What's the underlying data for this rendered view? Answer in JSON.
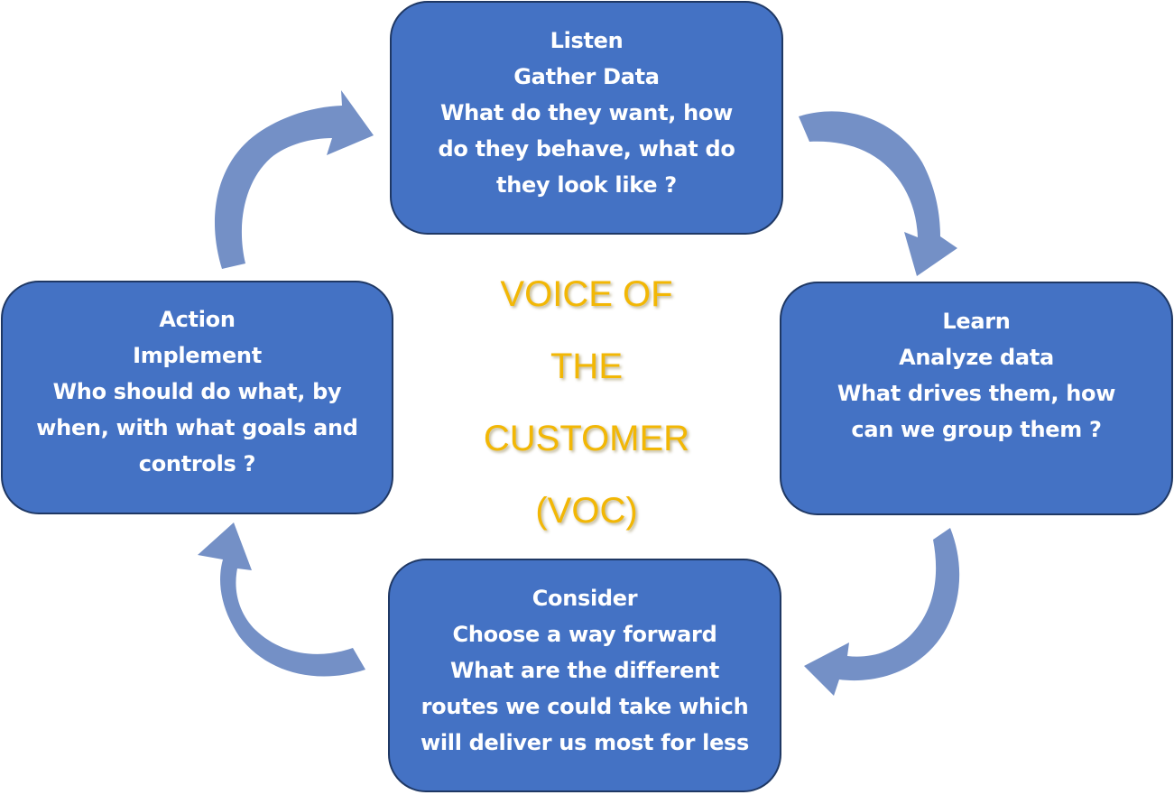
{
  "diagram": {
    "title": {
      "lines": [
        "VOICE OF",
        "THE",
        "CUSTOMER",
        "(VOC)"
      ],
      "color": "#F2B705"
    },
    "stages": {
      "listen": {
        "lines": [
          "Listen",
          "Gather Data",
          "What do they want, how",
          "do they behave, what do",
          "they look like ?"
        ]
      },
      "learn": {
        "lines": [
          "Learn",
          "Analyze data",
          "What drives them, how",
          "can we group them ?"
        ]
      },
      "consider": {
        "lines": [
          "Consider",
          "Choose a way forward",
          "What are the different",
          "routes we could take which",
          "will deliver us most for less"
        ]
      },
      "action": {
        "lines": [
          "Action",
          "Implement",
          "Who should do what, by",
          "when, with what goals and",
          "controls ?"
        ]
      }
    },
    "flow": [
      "listen",
      "learn",
      "consider",
      "action",
      "listen"
    ],
    "colors": {
      "box_fill": "#4472C4",
      "box_border": "#1F3864",
      "box_text": "#FFFFFF",
      "arrow": "#7490C6"
    }
  }
}
